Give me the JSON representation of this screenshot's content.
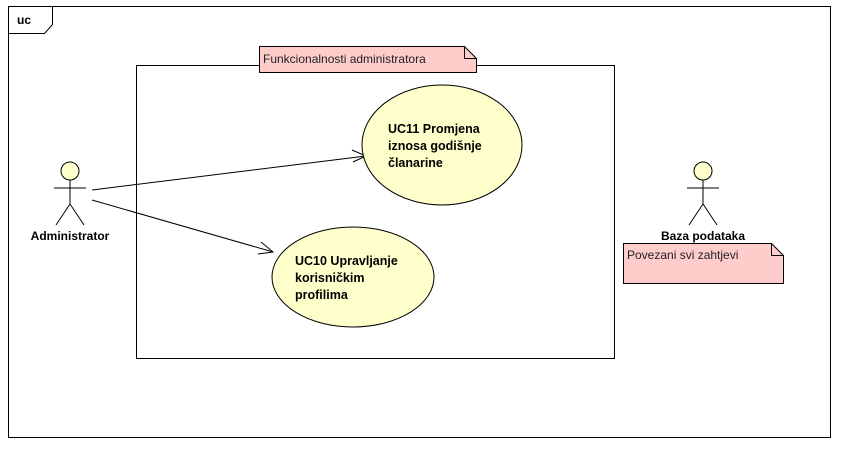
{
  "frame": {
    "label": "uc"
  },
  "colors": {
    "note_fill": "#FFCCCC",
    "usecase_fill": "#FFFFCC",
    "actor_fill": "#FFFFCC",
    "stroke": "#000000"
  },
  "notes": {
    "boundary_note": "Funkcionalnosti administratora",
    "database_note": "Povezani svi zahtjevi"
  },
  "actors": {
    "administrator": "Administrator",
    "database": "Baza podataka"
  },
  "use_cases": {
    "uc11": {
      "lines": [
        "UC11 Promjena",
        "iznosa godišnje",
        "članarine"
      ]
    },
    "uc10": {
      "lines": [
        "UC10 Upravljanje",
        "korisničkim",
        "profilima"
      ]
    }
  },
  "associations": [
    {
      "from": "Administrator",
      "to": "UC11 Promjena iznosa godišnje članarine"
    },
    {
      "from": "Administrator",
      "to": "UC10 Upravljanje korisničkim profilima"
    }
  ]
}
